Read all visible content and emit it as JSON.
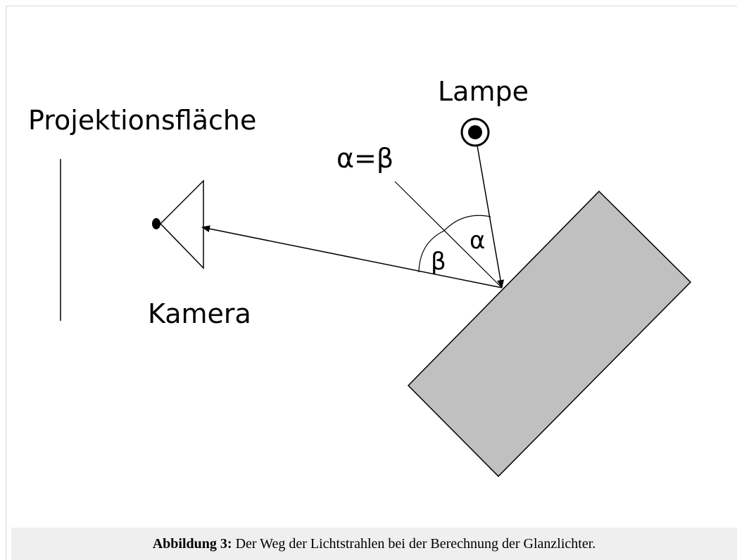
{
  "diagram": {
    "labels": {
      "lamp": "Lampe",
      "projection_surface": "Projektionsfläche",
      "camera": "Kamera",
      "angle_equation": "α=β",
      "angle_alpha": "α",
      "angle_beta": "β"
    },
    "colors": {
      "surface_fill": "#c0c0c0",
      "stroke": "#000000"
    }
  },
  "caption": {
    "label": "Abbildung 3:",
    "text": " Der Weg der Lichtstrahlen bei der Berechnung der Glanzlichter."
  }
}
